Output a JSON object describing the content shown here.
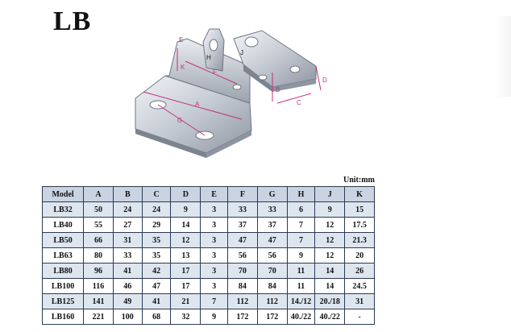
{
  "title": "LB",
  "unit_label": "Unit:mm",
  "diagram_labels": {
    "A": "A",
    "B": "B",
    "C": "C",
    "D": "D",
    "E": "E",
    "F": "F",
    "G": "G",
    "H": "H",
    "J": "J",
    "K": "K"
  },
  "table": {
    "headers": [
      "Model",
      "A",
      "B",
      "C",
      "D",
      "E",
      "F",
      "G",
      "H",
      "J",
      "K"
    ],
    "rows": [
      [
        "LB32",
        "50",
        "24",
        "24",
        "9",
        "3",
        "33",
        "33",
        "6",
        "9",
        "15"
      ],
      [
        "LB40",
        "55",
        "27",
        "29",
        "14",
        "3",
        "37",
        "37",
        "7",
        "12",
        "17.5"
      ],
      [
        "LB50",
        "66",
        "31",
        "35",
        "12",
        "3",
        "47",
        "47",
        "7",
        "12",
        "21.3"
      ],
      [
        "LB63",
        "80",
        "33",
        "35",
        "13",
        "3",
        "56",
        "56",
        "9",
        "12",
        "20"
      ],
      [
        "LB80",
        "96",
        "41",
        "42",
        "17",
        "3",
        "70",
        "70",
        "11",
        "14",
        "26"
      ],
      [
        "LB100",
        "116",
        "46",
        "47",
        "17",
        "3",
        "84",
        "84",
        "11",
        "14",
        "24.5"
      ],
      [
        "LB125",
        "141",
        "49",
        "41",
        "21",
        "7",
        "112",
        "112",
        "14./12",
        "20./18",
        "31"
      ],
      [
        "LB160",
        "221",
        "100",
        "68",
        "32",
        "9",
        "172",
        "172",
        "40./22",
        "40./22",
        "-"
      ]
    ]
  }
}
